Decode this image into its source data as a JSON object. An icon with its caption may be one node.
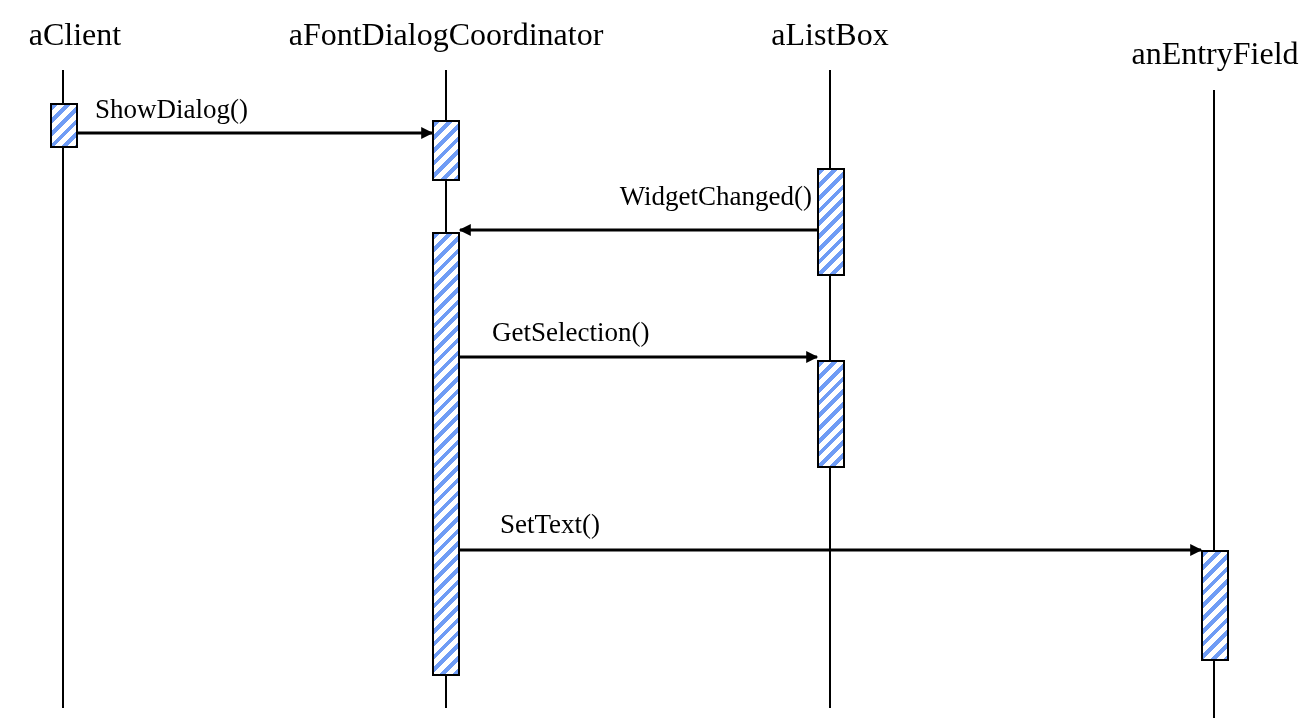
{
  "diagram": {
    "nodes": [
      {
        "text": [
          "aClient"
        ]
      },
      {
        "text": [
          "aFontDialogCoordinator"
        ]
      },
      {
        "text": [
          "aListBox"
        ]
      },
      {
        "text": [
          "anEntryField"
        ]
      },
      {
        "text": [],
        "shape": "bar"
      },
      {
        "text": [],
        "shape": "bar"
      },
      {
        "text": [],
        "shape": "bar"
      },
      {
        "text": [],
        "shape": "bar"
      },
      {
        "text": [],
        "shape": "bar"
      },
      {
        "text": [],
        "shape": "bar"
      }
    ],
    "edges": [
      {
        "from": 4,
        "to": 5,
        "arrow": "to",
        "label": "ShowDialog()"
      },
      {
        "from": 7,
        "to": 6,
        "arrow": "to",
        "label": "WidgetChanged()"
      },
      {
        "from": 6,
        "to": 8,
        "arrow": "to",
        "label": "GetSelection()"
      },
      {
        "from": 6,
        "to": 9,
        "arrow": "to",
        "label": "SetText()"
      }
    ]
  }
}
